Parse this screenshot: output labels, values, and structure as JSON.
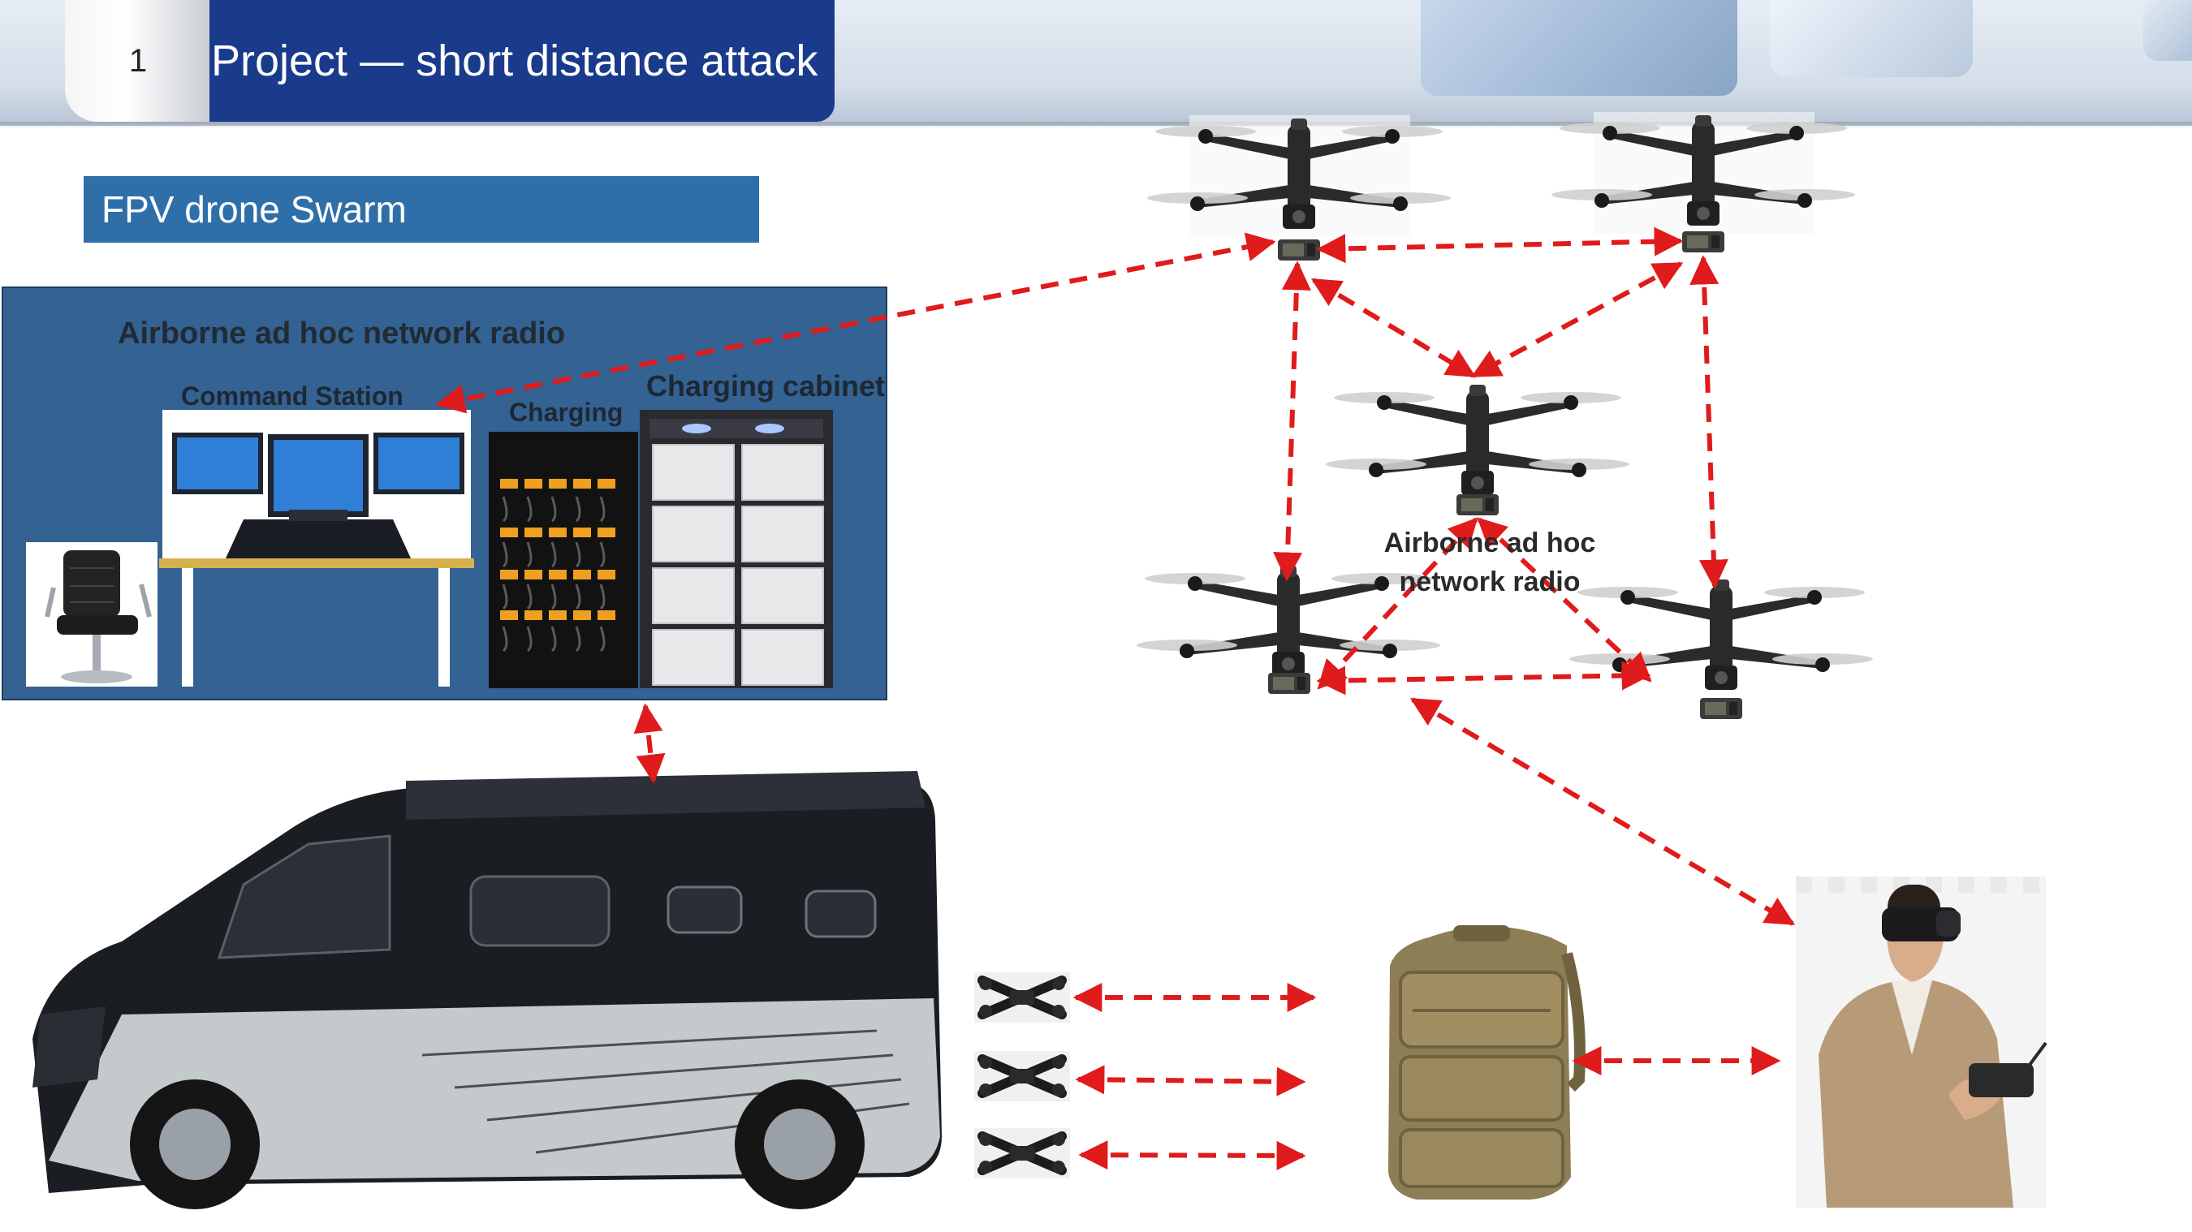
{
  "header": {
    "slide_number": "1",
    "title": "Project — short distance attack"
  },
  "section_label": "FPV drone Swarm",
  "labels": {
    "airborne_radio_panel": "Airborne ad hoc network radio",
    "command_station": "Command Station",
    "charging": "Charging",
    "charging_cabinet": "Charging cabinet",
    "airborne_radio_swarm_line1": "Airborne ad hoc",
    "airborne_radio_swarm_line2": "network radio"
  },
  "colors": {
    "title_bg": "#1a3b8c",
    "label_bg": "#2f6fa9",
    "panel_bg": "#336293",
    "link_arrow": "#e01b1b"
  },
  "icons": [
    "office-chair-icon",
    "laptop-command-station-icon",
    "charging-rack-icon",
    "charging-cabinet-icon",
    "fpv-drone-icon",
    "radio-module-icon",
    "command-van-icon",
    "folded-drone-icon",
    "backpack-icon",
    "pilot-with-goggles-icon"
  ]
}
